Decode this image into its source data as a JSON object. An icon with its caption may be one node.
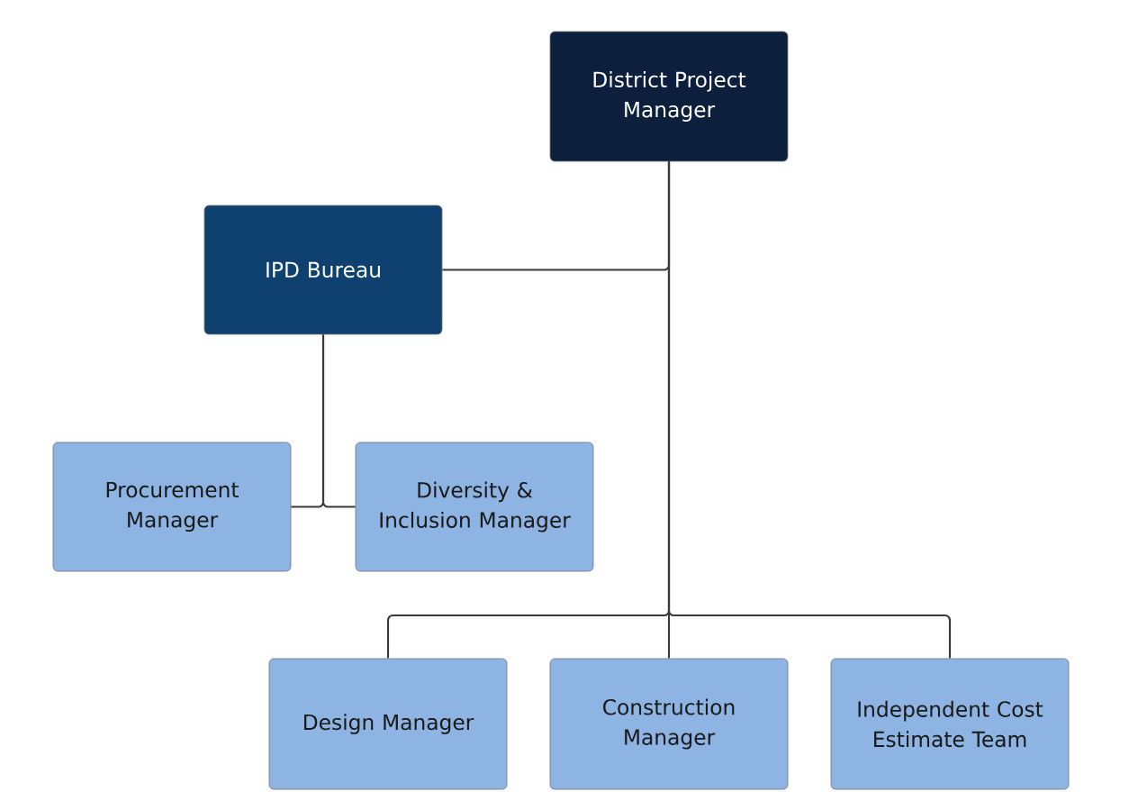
{
  "diagram": {
    "nodes": [
      {
        "text": [
          "District Project Manager"
        ]
      },
      {
        "text": [
          "IPD Bureau"
        ]
      },
      {
        "text": [
          "Procurement Manager"
        ]
      },
      {
        "text": [
          "Diversity & Inclusion Manager"
        ]
      },
      {
        "text": [
          "Design Manager"
        ]
      },
      {
        "text": [
          "Construction Manager"
        ]
      },
      {
        "text": [
          "Independent Cost Estimate Team"
        ]
      }
    ],
    "edges": [
      {
        "from": 0,
        "to": 1,
        "arrow": "none"
      },
      {
        "from": 1,
        "to": 2,
        "arrow": "none"
      },
      {
        "from": 1,
        "to": 3,
        "arrow": "none"
      },
      {
        "from": 0,
        "to": 4,
        "arrow": "none"
      },
      {
        "from": 0,
        "to": 5,
        "arrow": "none"
      },
      {
        "from": 0,
        "to": 6,
        "arrow": "none"
      }
    ]
  }
}
